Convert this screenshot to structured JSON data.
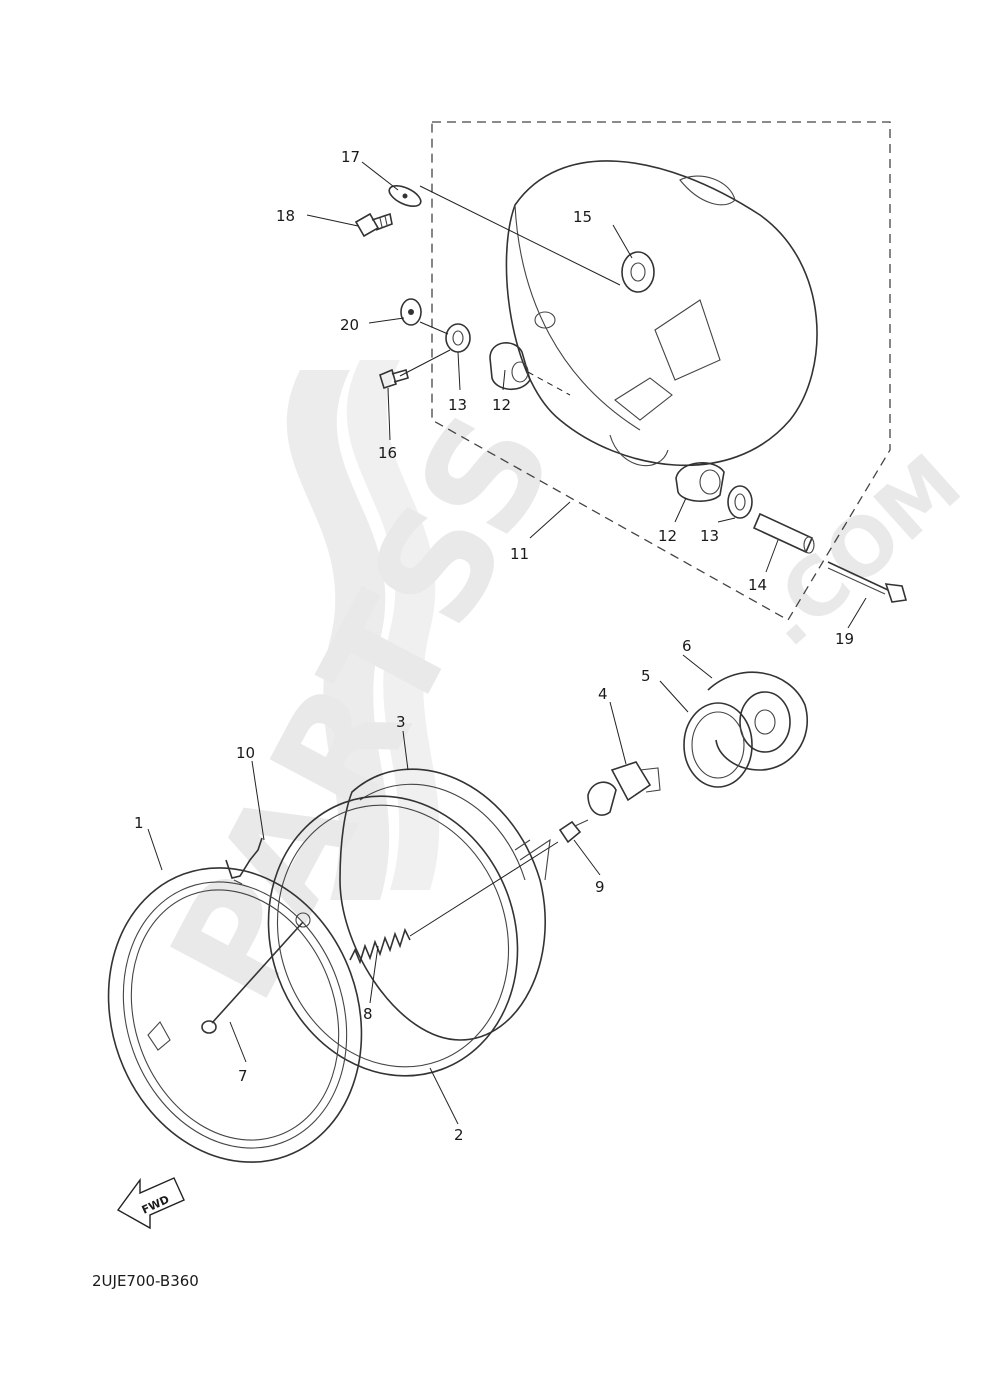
{
  "watermark": {
    "brand": "PARTSS",
    "suffix": ".COM"
  },
  "diagram_code": "2UJE700-B360",
  "fwd_label": "FWD",
  "callouts": [
    {
      "id": "c1",
      "label": "1"
    },
    {
      "id": "c2",
      "label": "2"
    },
    {
      "id": "c3",
      "label": "3"
    },
    {
      "id": "c4",
      "label": "4"
    },
    {
      "id": "c5",
      "label": "5"
    },
    {
      "id": "c6",
      "label": "6"
    },
    {
      "id": "c7",
      "label": "7"
    },
    {
      "id": "c8",
      "label": "8"
    },
    {
      "id": "c9",
      "label": "9"
    },
    {
      "id": "c10",
      "label": "10"
    },
    {
      "id": "c11",
      "label": "11"
    },
    {
      "id": "c12a",
      "label": "12"
    },
    {
      "id": "c12b",
      "label": "12"
    },
    {
      "id": "c13a",
      "label": "13"
    },
    {
      "id": "c13b",
      "label": "13"
    },
    {
      "id": "c14",
      "label": "14"
    },
    {
      "id": "c15",
      "label": "15"
    },
    {
      "id": "c16",
      "label": "16"
    },
    {
      "id": "c17",
      "label": "17"
    },
    {
      "id": "c18",
      "label": "18"
    },
    {
      "id": "c19",
      "label": "19"
    },
    {
      "id": "c20",
      "label": "20"
    }
  ]
}
